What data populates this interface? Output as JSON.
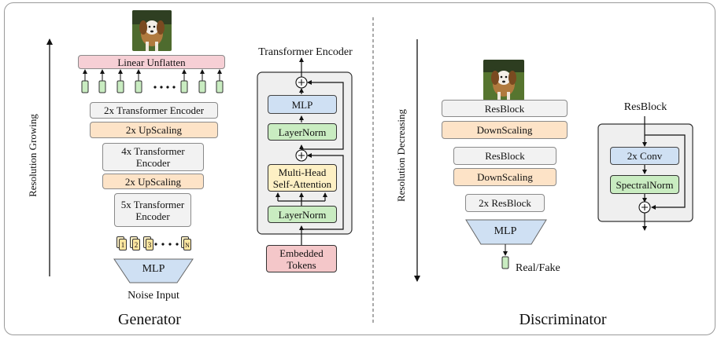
{
  "generator": {
    "title": "Generator",
    "axis_label": "Resolution Growing",
    "linear_unflatten": "Linear Unflatten",
    "stack": [
      "2x Transformer Encoder",
      "2x UpScaling",
      "4x Transformer Encoder",
      "2x UpScaling",
      "5x Transformer Encoder"
    ],
    "tokens": [
      "1",
      "2",
      "3",
      "N"
    ],
    "mlp": "MLP",
    "noise": "Noise Input"
  },
  "encoder": {
    "title": "Transformer Encoder",
    "mlp": "MLP",
    "layernorm_top": "LayerNorm",
    "attention": "Multi-Head Self-Attention",
    "layernorm_bottom": "LayerNorm",
    "embedded": "Embedded Tokens"
  },
  "discriminator": {
    "title": "Discriminator",
    "axis_label": "Resolution Decreasing",
    "stack": [
      "ResBlock",
      "DownScaling",
      "ResBlock",
      "DownScaling",
      "2x ResBlock"
    ],
    "mlp": "MLP",
    "output": "Real/Fake"
  },
  "resblock": {
    "title": "ResBlock",
    "conv": "2x Conv",
    "norm": "SpectralNorm"
  },
  "colors": {
    "pink": "#f6cfd5",
    "orange": "#fde3c7",
    "gray": "#f2f2f2",
    "blue": "#cfe0f3",
    "green": "#c9ecc1",
    "yellow": "#fdf0c4"
  }
}
